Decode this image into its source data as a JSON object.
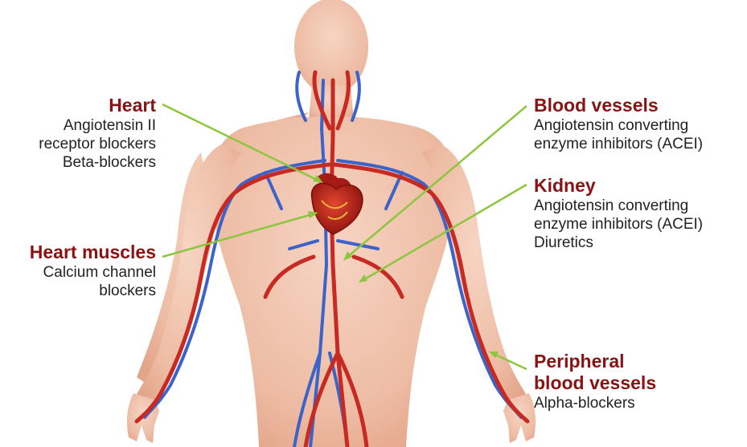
{
  "colors": {
    "title": "#8b1212",
    "body_text": "#222222",
    "pointer": "#8cc63f",
    "skin": "#f1c4ae",
    "artery": "#c62a22",
    "vein": "#3b63c9"
  },
  "labels": {
    "heart": {
      "title": "Heart",
      "lines": [
        "Angiotensin II",
        "receptor blockers",
        "Beta-blockers"
      ]
    },
    "heart_muscles": {
      "title": "Heart muscles",
      "lines": [
        "Calcium channel",
        "blockers"
      ]
    },
    "blood_vessels": {
      "title": "Blood vessels",
      "lines": [
        "Angiotensin converting",
        "enzyme inhibitors (ACEI)"
      ]
    },
    "kidney": {
      "title": "Kidney",
      "lines": [
        "Angiotensin converting",
        "enzyme inhibitors (ACEI)",
        "Diuretics"
      ]
    },
    "peripheral": {
      "title_lines": [
        "Peripheral",
        "blood vessels"
      ],
      "lines": [
        "Alpha-blockers"
      ]
    }
  }
}
